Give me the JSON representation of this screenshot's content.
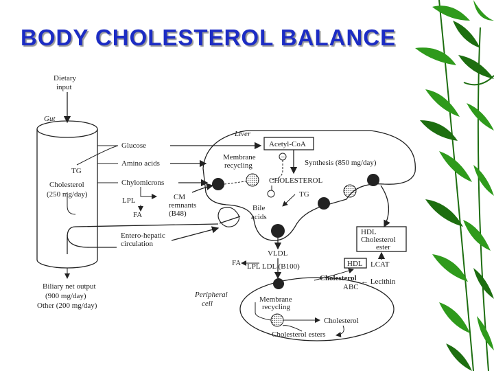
{
  "slide": {
    "title": "BODY  CHOLESTEROL  BALANCE"
  },
  "diagram": {
    "dietary_input": [
      "Dietary",
      "input"
    ],
    "gut": "Gut",
    "gut_items": {
      "glucose": "Glucose",
      "amino_acids": "Amino acids",
      "tg": "TG",
      "chylomicrons": "Chylomicrons",
      "cholesterol": "Cholesterol",
      "cholesterol_intake": "(250 mg/day)",
      "lpl": "LPL",
      "fa": "FA",
      "cm_remnants": [
        "CM",
        "remnants",
        "(B48)"
      ]
    },
    "liver": {
      "label": "Liver",
      "acetyl_coa": "Acetyl-CoA",
      "minus_sign": "−",
      "membrane_recycling": [
        "Membrane",
        "recycling"
      ],
      "synthesis": "Synthesis (850 mg/day)",
      "cholesterol": "CHOLESTEROL",
      "tg": "TG",
      "bile_acids": [
        "Bile",
        "acids"
      ]
    },
    "entero_hepatic": [
      "Entero-hepatic",
      "circulation"
    ],
    "vldl": "VLDL",
    "fa": "FA",
    "lpl_ldl": "LPL  LDL (B100)",
    "hdl_box": "HDL",
    "hdl_cholesterol_ester": [
      "HDL",
      "Cholesterol",
      "ester"
    ],
    "lcat": "LCAT",
    "cholesterol_abc": "Cholesterol",
    "abc": "ABC",
    "lecithin": "← Lecithin",
    "biliary_output": [
      "Biliary net output",
      "(900 mg/day)",
      "Other (200 mg/day)"
    ],
    "peripheral_cell": {
      "label": [
        "Peripheral",
        "cell"
      ],
      "membrane_recycling": [
        "Membrane",
        "recycling"
      ],
      "cholesterol": "Cholesterol",
      "cholesterol_esters": "Cholesterol esters"
    }
  },
  "colors": {
    "title": "#1c2cc4",
    "title_shadow": "#9a9a9a",
    "bamboo_leaf": "#2f9a1c",
    "bamboo_dark": "#1d6e10"
  }
}
